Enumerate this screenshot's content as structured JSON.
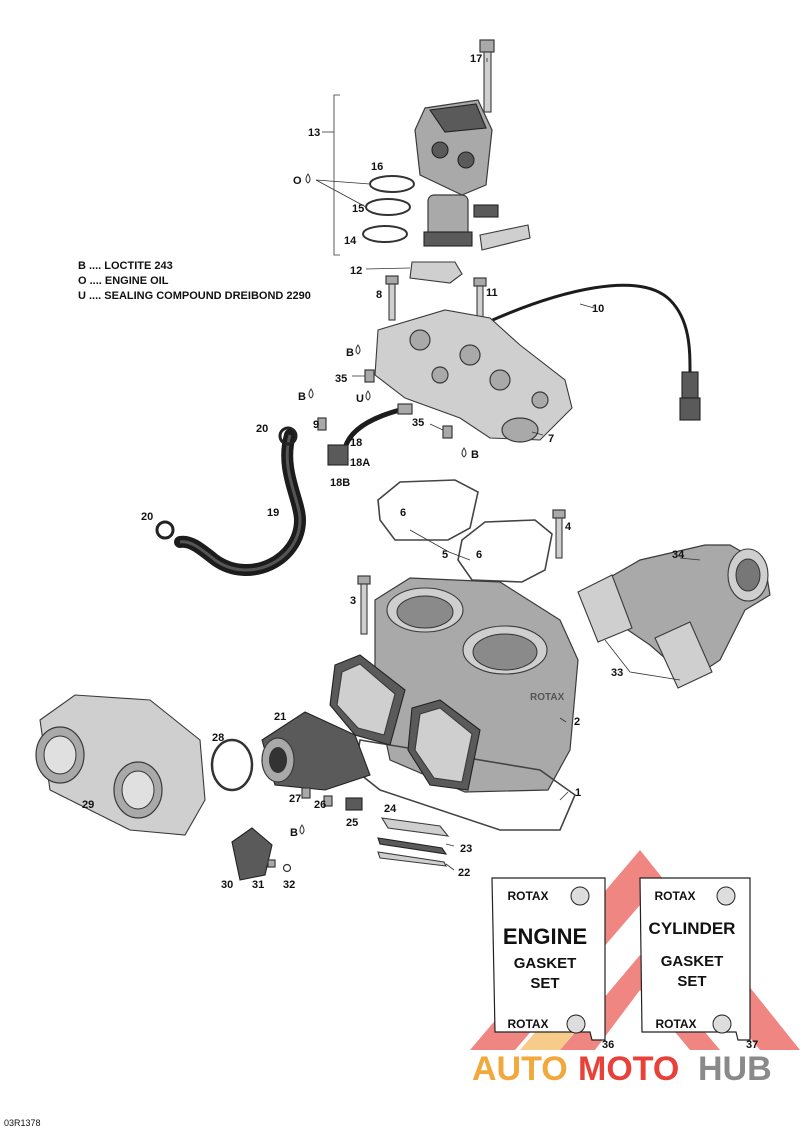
{
  "legend": {
    "items": [
      "B .... LOCTITE 243",
      "O .... ENGINE OIL",
      "U .... SEALING COMPOUND DREIBOND 2290"
    ]
  },
  "callouts": {
    "c1": "1",
    "c2": "2",
    "c3": "3",
    "c4": "4",
    "c5": "5",
    "c6a": "6",
    "c6b": "6",
    "c7": "7",
    "c8": "8",
    "c9": "9",
    "c10": "10",
    "c11": "11",
    "c12": "12",
    "c13": "13",
    "c14": "14",
    "c15": "15",
    "c16": "16",
    "c17": "17",
    "c18": "18",
    "c18a": "18A",
    "c18b": "18B",
    "c19": "19",
    "c20a": "20",
    "c20b": "20",
    "c21": "21",
    "c22": "22",
    "c23": "23",
    "c24": "24",
    "c25": "25",
    "c26": "26",
    "c27": "27",
    "c28": "28",
    "c29": "29",
    "c30": "30",
    "c31": "31",
    "c32": "32",
    "c33": "33",
    "c34": "34",
    "c35a": "35",
    "c35b": "35",
    "c36": "36",
    "c37": "37"
  },
  "markers": {
    "o": "O",
    "b1": "B",
    "b2": "B",
    "b3": "B",
    "b4": "B",
    "u": "U"
  },
  "gasket_bags": {
    "engine": {
      "brand_top": "ROTAX",
      "title": "ENGINE",
      "line2": "GASKET",
      "line3": "SET",
      "brand_bottom": "ROTAX"
    },
    "cylinder": {
      "brand_top": "ROTAX",
      "title": "CYLINDER",
      "line2": "GASKET",
      "line3": "SET",
      "brand_bottom": "ROTAX"
    }
  },
  "cylinder_marking": "ROTAX",
  "watermark": {
    "part1": "AUTO",
    "part2": "MOTO",
    "part3": "HUB",
    "color_orange": "#f2a93b",
    "color_red": "#e8413a",
    "color_gray": "#8a8a8a"
  },
  "drawing_id": "03R1378"
}
